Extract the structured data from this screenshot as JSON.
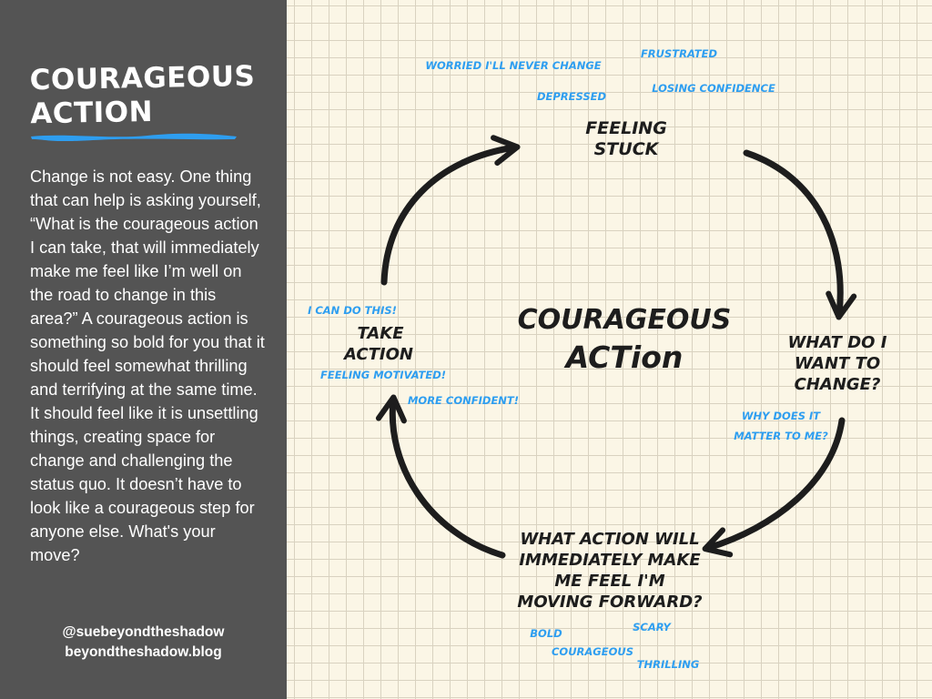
{
  "sidebar": {
    "title_line1": "COURAGEOUS",
    "title_line2": "ACTION",
    "body": "Change is not easy. One thing that can help is asking yourself, “What is the courageous action I can take, that will immediately make me feel like I’m well on the road to change in this area?” A courageous action is something so bold for you that it should feel somewhat thrilling and terrifying at the same time. It should feel like it is unsettling things, creating space for change and challenging the status quo. It doesn’t have to look like a courageous step for anyone else. What's your move?",
    "handle": "@suebeyondtheshadow",
    "website": "beyondtheshadow.blog"
  },
  "diagram": {
    "center_line1": "COURAGEOUS",
    "center_line2": "ACTion",
    "nodes": {
      "stuck": [
        "FEELING",
        "STUCK"
      ],
      "change": [
        "WHAT DO I",
        "WANT TO",
        "CHANGE?"
      ],
      "action": [
        "WHAT ACTION WILL",
        "IMMEDIATELY MAKE",
        "ME FEEL I'M",
        "MOVING FORWARD?"
      ],
      "take": [
        "TAKE",
        "ACTION"
      ]
    },
    "feelings": {
      "worried": "WORRIED I'LL NEVER CHANGE",
      "frustrated": "FRUSTRATED",
      "depressed": "DEPRESSED",
      "losing": "LOSING CONFIDENCE",
      "why1": "WHY DOES IT",
      "why2": "MATTER TO ME?",
      "bold": "BOLD",
      "scary": "SCARY",
      "courageous": "COURAGEOUS",
      "thrilling": "THRILLING",
      "can_do": "I CAN DO THIS!",
      "motivated": "FEELING MOTIVATED!",
      "confident": "MORE CONFIDENT!"
    }
  },
  "colors": {
    "sidebar_bg": "#545454",
    "accent_blue": "#2e9ef0",
    "ink": "#1d1d1d",
    "paper": "#fbf6e6",
    "grid": "#d9d2c0"
  }
}
